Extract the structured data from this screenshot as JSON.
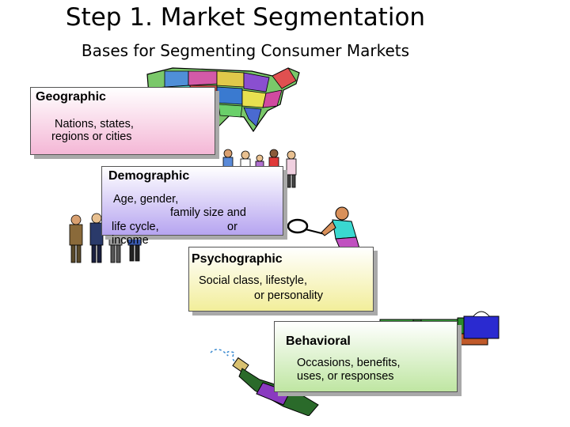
{
  "slide": {
    "title": "Step 1. Market Segmentation",
    "subtitle": "Bases for Segmenting Consumer Markets"
  },
  "segments": [
    {
      "heading": "Geographic",
      "lines": [
        "Nations, states,",
        "regions or cities"
      ],
      "color": "#f4b7d6"
    },
    {
      "heading": "Demographic",
      "lines": [
        "Age, gender,",
        "family size and",
        "life cycle,",
        "or",
        "income"
      ],
      "color": "#b6a4f0"
    },
    {
      "heading": "Psychographic",
      "lines": [
        "Social class, lifestyle,",
        "or personality"
      ],
      "color": "#f2ee9a"
    },
    {
      "heading": "Behavioral",
      "lines": [
        "Occasions, benefits,",
        "uses, or responses"
      ],
      "color": "#bfe6a2"
    }
  ],
  "clipart": {
    "map": "us-states-map-icon",
    "people": "family-group-icon",
    "business": "business-people-icon",
    "tennis": "tennis-player-icon",
    "gifts": "gift-boxes-icon",
    "champagne": "champagne-bottle-icon"
  }
}
